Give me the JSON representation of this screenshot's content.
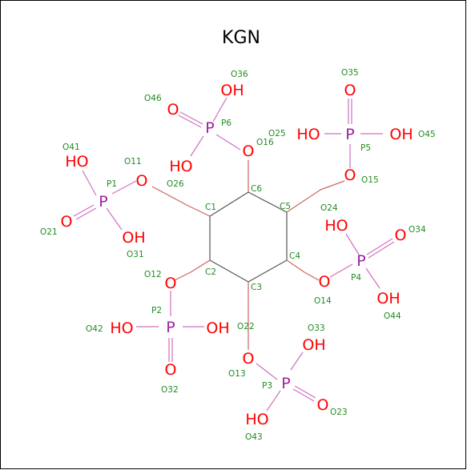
{
  "title": "KGN",
  "colors": {
    "oxygen": "#ff0000",
    "phosphorus": "#a020a0",
    "label": "#228b22",
    "bond_ring": "#555555",
    "bond_c_o": "#cc6666",
    "bond_p_o": "#d070c0",
    "frame": "#000000"
  },
  "atoms": {
    "C1": "C1",
    "C2": "C2",
    "C3": "C3",
    "C4": "C4",
    "C5": "C5",
    "C6": "C6",
    "O11": "O11",
    "O12": "O12",
    "O13": "O13",
    "O14": "O14",
    "O15": "O15",
    "O16": "O16",
    "O21": "O21",
    "O22": "O22",
    "O23": "O23",
    "O24": "O24",
    "O25": "O25",
    "O26": "O26",
    "O31": "O31",
    "O32": "O32",
    "O33": "O33",
    "O34": "O34",
    "O35": "O35",
    "O36": "O36",
    "O41": "O41",
    "O42": "O42",
    "O43": "O43",
    "O44": "O44",
    "O45": "O45",
    "O46": "O46",
    "P1": "P1",
    "P2": "P2",
    "P3": "P3",
    "P4": "P4",
    "P5": "P5",
    "P6": "P6"
  },
  "symbols": {
    "oxygen": "O",
    "hydroxyl": "OH",
    "hydroxyl_left": "HO",
    "phosphorus": "P"
  }
}
